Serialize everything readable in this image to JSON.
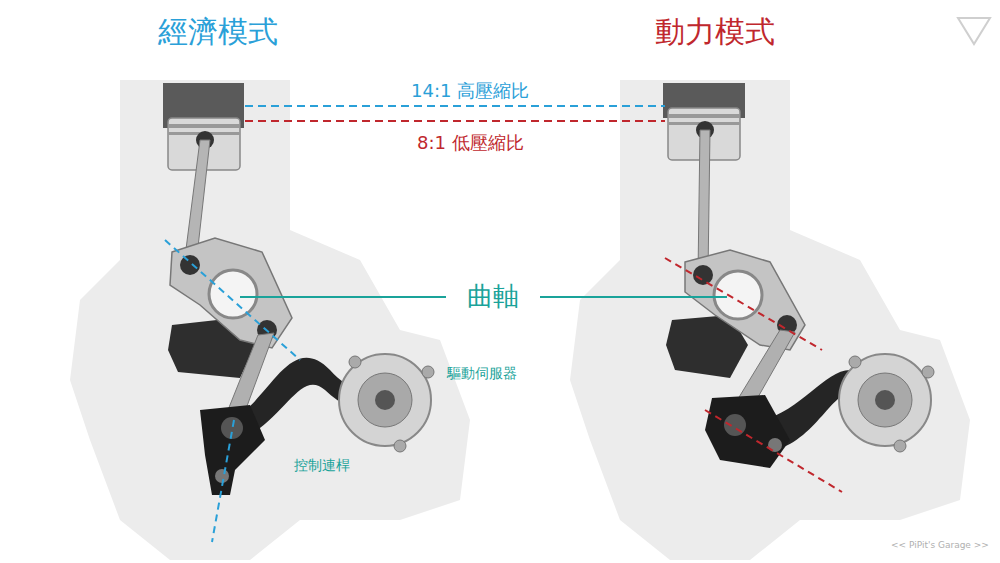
{
  "diagram": {
    "labels": [
      "經濟模式",
      "動力模式",
      "14:1 高壓縮比",
      "8:1 低壓縮比",
      "曲軸",
      "驅動伺服器",
      "控制連桿",
      "<< PiPit's Garage >>"
    ]
  }
}
